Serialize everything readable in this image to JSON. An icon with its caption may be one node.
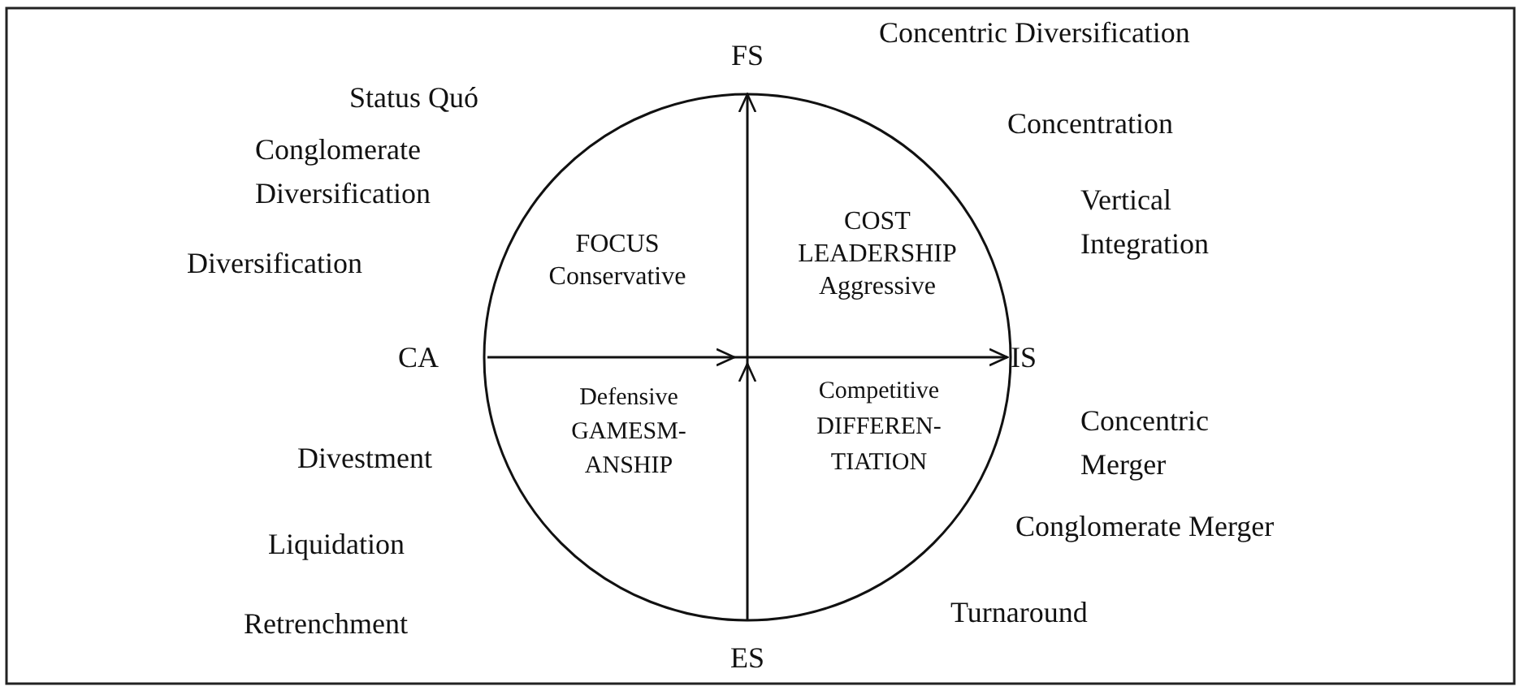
{
  "diagram": {
    "nodes": [
      {
        "text": [
          "FS"
        ]
      },
      {
        "text": [
          "CA"
        ]
      },
      {
        "text": [
          "IS"
        ]
      },
      {
        "text": [
          "ES"
        ]
      }
    ],
    "edges": [
      {
        "from": 3,
        "to": 0,
        "arrow": "to"
      },
      {
        "from": 1,
        "to": 2,
        "arrow": "to"
      }
    ],
    "labels": [
      "Concentric Diversification",
      "Status Quó",
      "Concentration",
      "Conglomerate Diversification",
      "Vertical Integration",
      "COST LEADERSHIP Aggressive",
      "FOCUS Conservative",
      "Diversification",
      "Competitive DIFFEREN- TIATION",
      "Defensive GAMESM- ANSHIP",
      "Concentric Merger",
      "Divestment",
      "Conglomerate Merger",
      "Liquidation",
      "Turnaround",
      "Retrenchment"
    ]
  }
}
